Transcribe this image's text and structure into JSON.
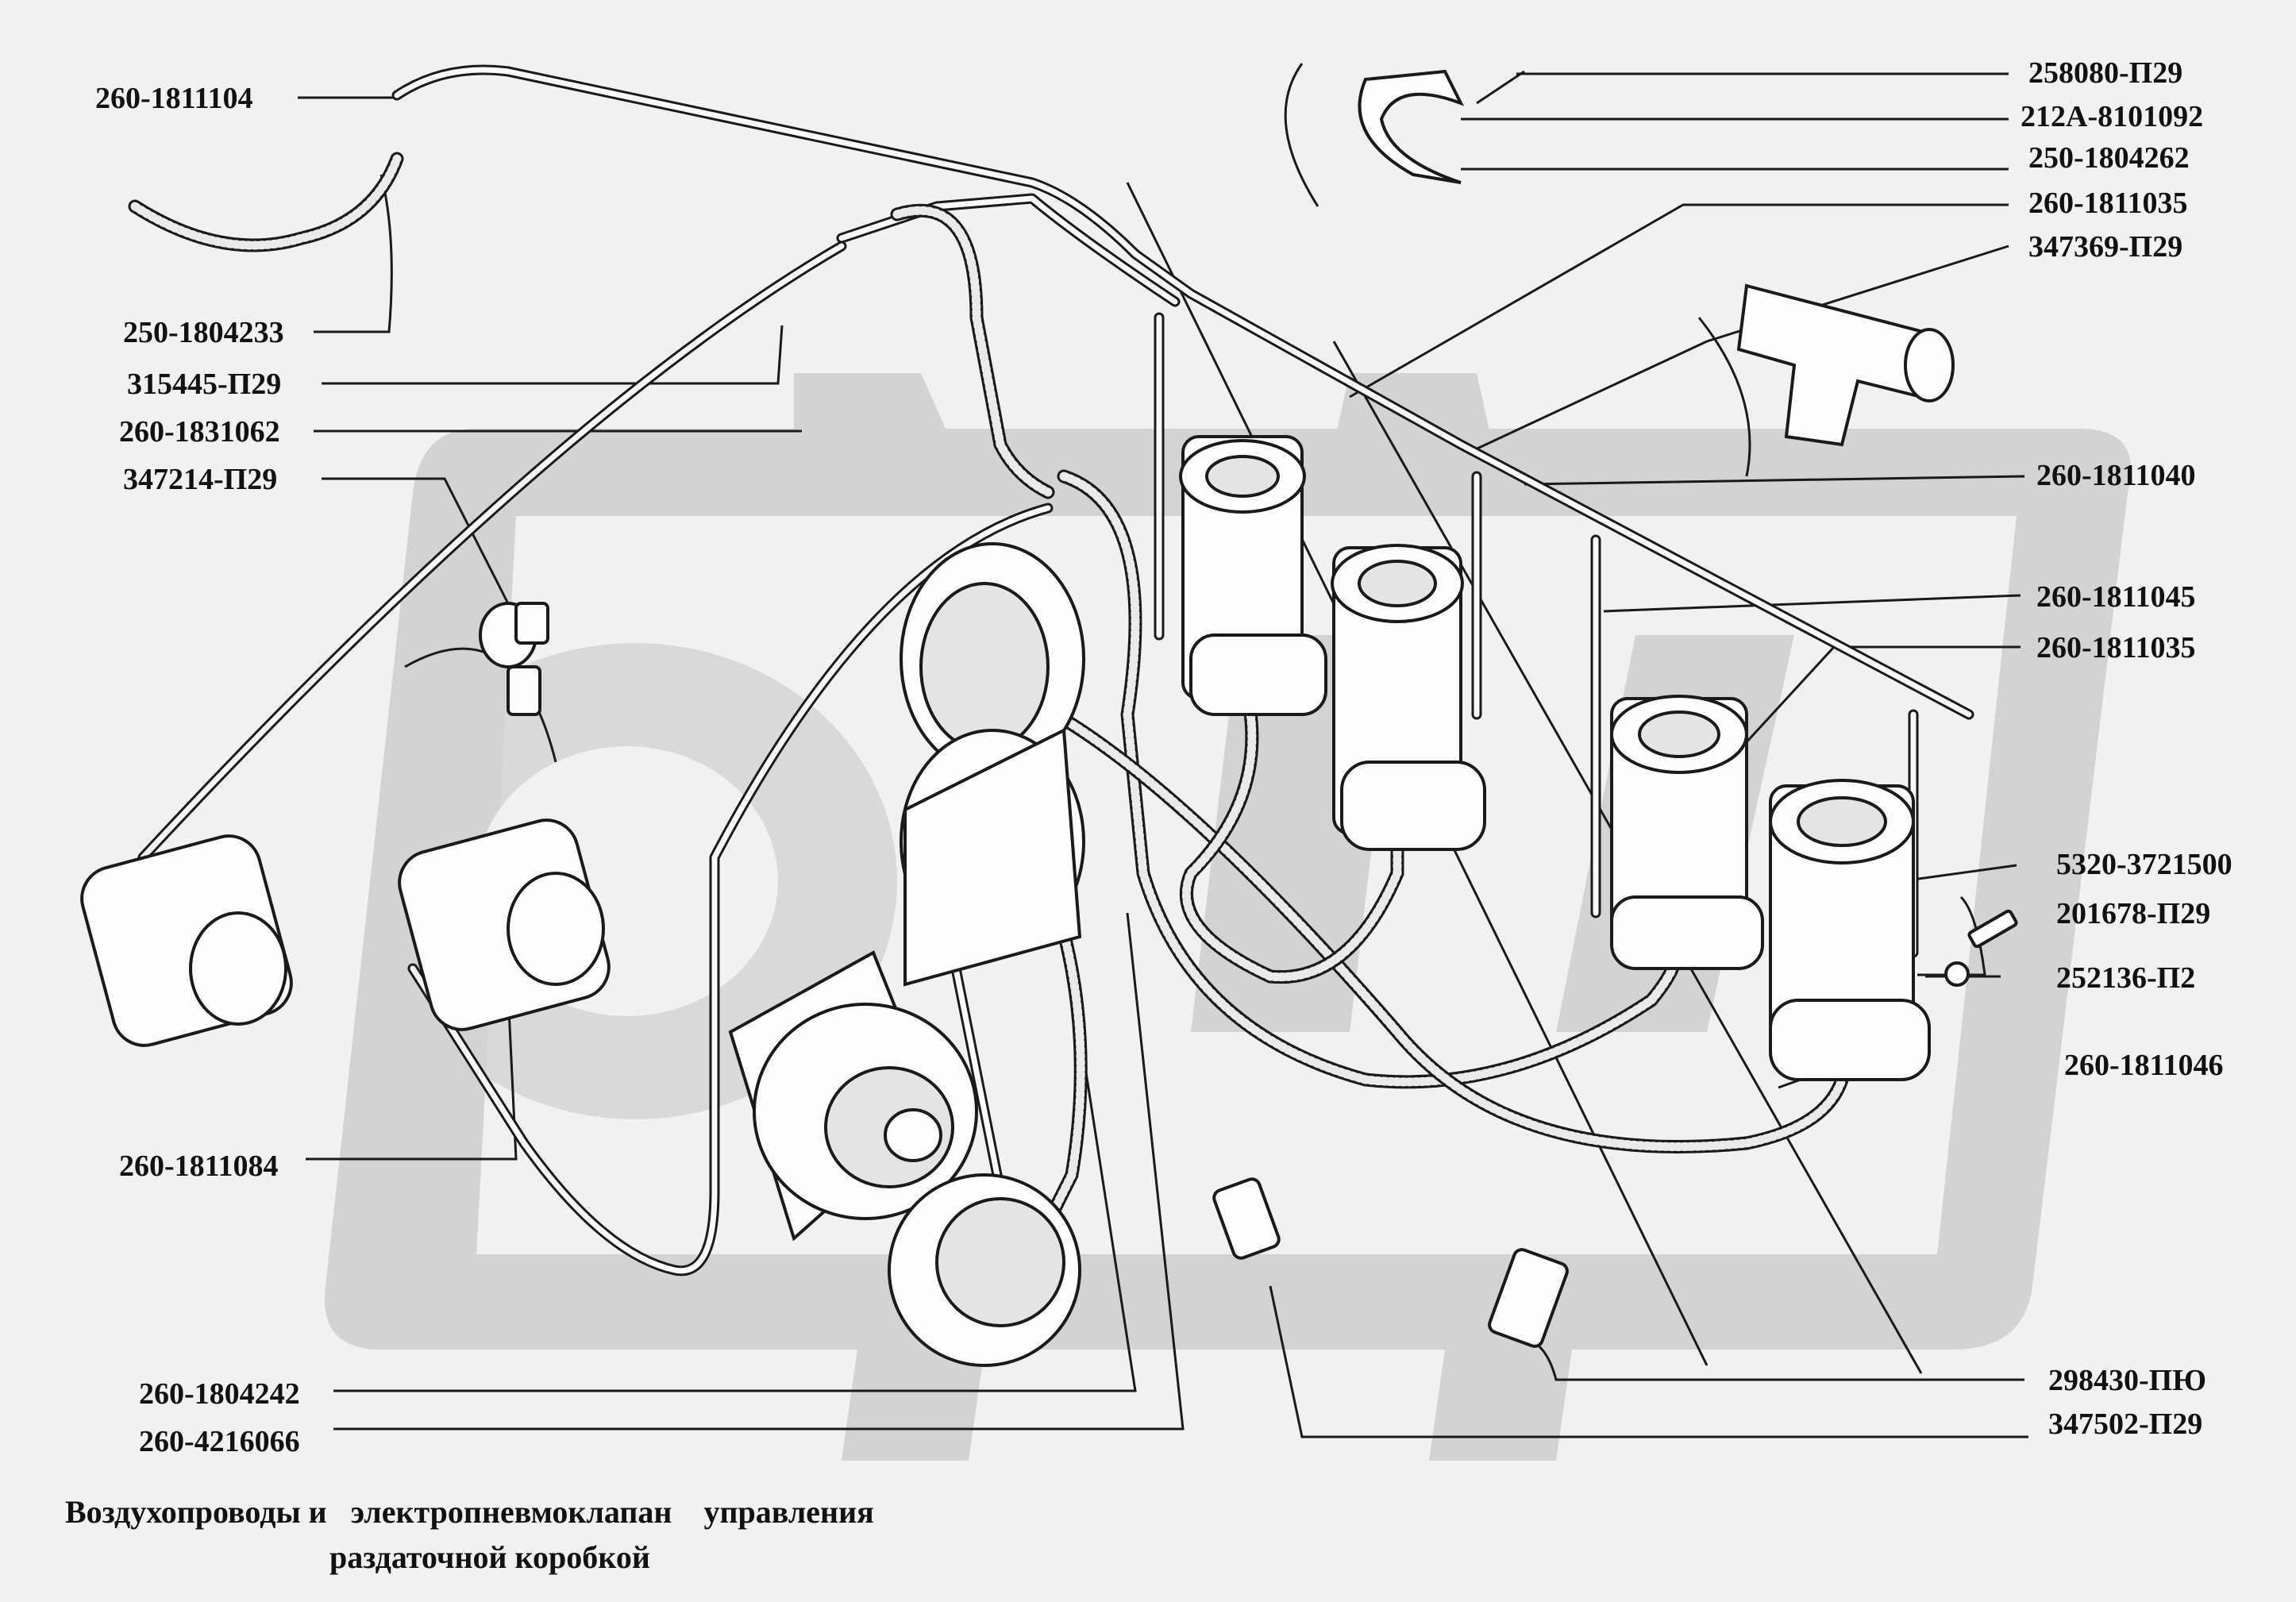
{
  "labels": {
    "left": [
      "260-1811104",
      "250-1804233",
      "315445-П29",
      "260-1831062",
      "347214-П29",
      "260-1811084",
      "260-1804242",
      "260-4216066"
    ],
    "right": [
      "258080-П29",
      "212А-8101092",
      "250-1804262",
      "260-1811035",
      "347369-П29",
      "260-1811040",
      "260-1811045",
      "260-1811035",
      "5320-3721500",
      "201678-П29",
      "252136-П2",
      "260-1811046",
      "298430-ПЮ",
      "347502-П29"
    ]
  },
  "caption": {
    "line1": "Воздухопроводы и   электропневмоклапан    управления",
    "line2": "раздаточной коробкой"
  },
  "colors": {
    "watermark": "#d3d3d3",
    "background": "#f1f1f1",
    "ink": "#111111"
  }
}
